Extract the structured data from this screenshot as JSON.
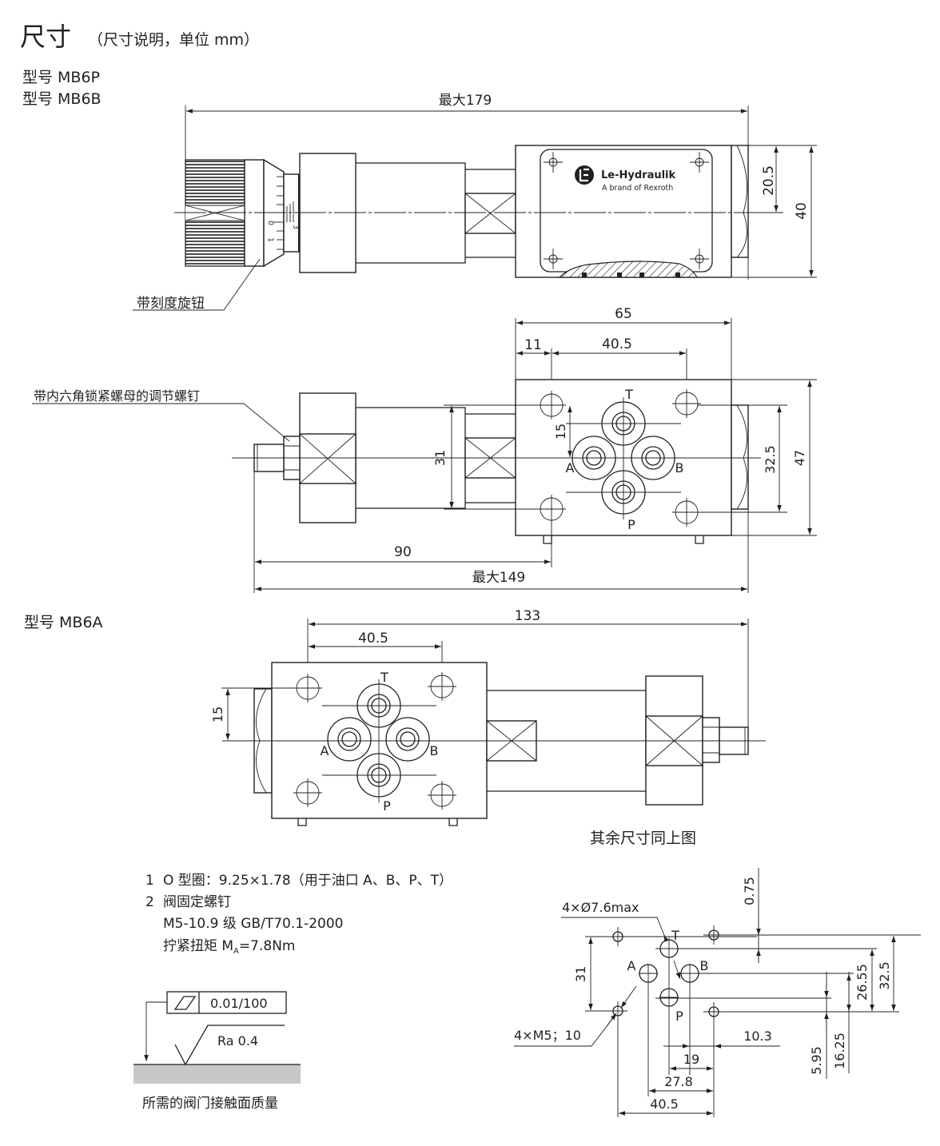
{
  "header": {
    "title": "尺寸",
    "subtitle": "（尺寸说明，单位 mm）"
  },
  "models": {
    "mb6p": "型号 MB6P",
    "mb6b": "型号 MB6B",
    "mb6a": "型号 MB6A"
  },
  "view1": {
    "dim_total": "最大179",
    "dim_20_5": "20.5",
    "dim_40": "40",
    "knob_label": "带刻度旋钮",
    "scale_0": "0",
    "scale_1": "1",
    "scale_3": "3",
    "logo_name": "Le-Hydraulik",
    "logo_sub": "A brand of Rexroth"
  },
  "view2": {
    "dim_65": "65",
    "dim_11": "11",
    "dim_40_5": "40.5",
    "dim_15": "15",
    "dim_31": "31",
    "dim_32_5": "32.5",
    "dim_47": "47",
    "dim_90": "90",
    "dim_total": "最大149",
    "screw_label": "带内六角锁紧螺母的调节螺钉",
    "port_t": "T",
    "port_a": "A",
    "port_b": "B",
    "port_p": "P"
  },
  "view3": {
    "dim_133": "133",
    "dim_40_5": "40.5",
    "dim_15": "15",
    "port_t": "T",
    "port_a": "A",
    "port_b": "B",
    "port_p": "P",
    "note": "其余尺寸同上图"
  },
  "notes": {
    "n1_num": "1",
    "n1": "O 型圈：9.25×1.78（用于油口 A、B、P、T）",
    "n2_num": "2",
    "n2": "阀固定螺钉",
    "n2_spec": "M5-10.9 级 GB/T70.1-2000",
    "n2_torque_pre": "拧紧扭矩 M",
    "n2_torque_sub": "A",
    "n2_torque_post": "=7.8Nm"
  },
  "surface": {
    "flatness": "0.01/100",
    "roughness": "Ra 0.4",
    "caption": "所需的阀门接触面质量"
  },
  "pattern": {
    "holes_label": "4×Ø7.6max",
    "thread_label": "4×M5；10",
    "dim_0_75": "0.75",
    "dim_31": "31",
    "dim_32_5": "32.5",
    "dim_26_55": "26.55",
    "dim_16_25": "16.25",
    "dim_5_95": "5.95",
    "dim_10_3": "10.3",
    "dim_19": "19",
    "dim_27_8": "27.8",
    "dim_40_5": "40.5",
    "port_t": "T",
    "port_a": "A",
    "port_b": "B",
    "port_p": "P"
  }
}
